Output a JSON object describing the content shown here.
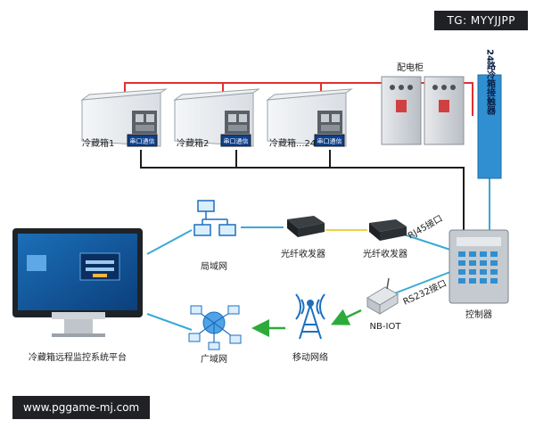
{
  "labels": {
    "cabinet": "配电柜",
    "contactor": "24路冷箱接触器",
    "container1": "冷藏箱1",
    "container2": "冷藏箱2",
    "container24": "冷藏箱...24",
    "serial_port": "串口通信",
    "lan": "局域网",
    "fiber1": "光纤收发器",
    "fiber2": "光纤收发器",
    "rj45": "RJ45接口",
    "rs232": "RS232接口",
    "controller": "控制器",
    "nbiot": "NB-IOT",
    "mobile": "移动网络",
    "wan": "广域网",
    "platform": "冷藏箱远程监控系统平台"
  },
  "watermark": {
    "tg": "TG: MYYJJPP",
    "url": "www.pggame-mj.com"
  },
  "colors": {
    "power_line": "#e03030",
    "serial_line": "#1c1c1c",
    "network_line": "#3aa9d6",
    "fiber_line": "#e8d24a",
    "signal_arrow": "#2cab3a",
    "contactor_fill": "#2f8fd1",
    "serial_box": "#0d3f8a"
  }
}
